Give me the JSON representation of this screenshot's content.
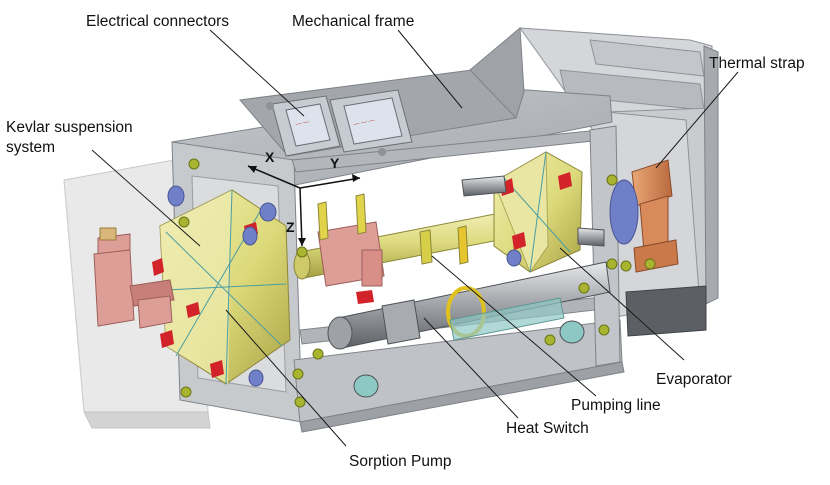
{
  "labels": {
    "electrical_connectors": "Electrical connectors",
    "mechanical_frame": "Mechanical frame",
    "thermal_strap": "Thermal strap",
    "kevlar_line1": "Kevlar suspension",
    "kevlar_line2": "system",
    "evaporator": "Evaporator",
    "pumping_line": "Pumping line",
    "heat_switch": "Heat Switch",
    "sorption_pump": "Sorption Pump"
  },
  "axes": {
    "x": "X",
    "y": "Y",
    "z": "Z"
  },
  "colors": {
    "background": "#ffffff",
    "frame_light": "#d9dbde",
    "frame_mid": "#b9bdc2",
    "frame_dark": "#8c9096",
    "shell_translucent": "#e6e6e6",
    "yellow_pump": "#dede7e",
    "yellow_dark": "#b9b44e",
    "copper_pink": "#dd9e98",
    "copper_dark": "#c07a74",
    "thermal_strap": "#d98a5a",
    "teal": "#8ec8c4",
    "red_clip": "#d2222a",
    "blue_part": "#6f7fc8",
    "bolt_green": "#a9b430",
    "label_text": "#111111"
  }
}
